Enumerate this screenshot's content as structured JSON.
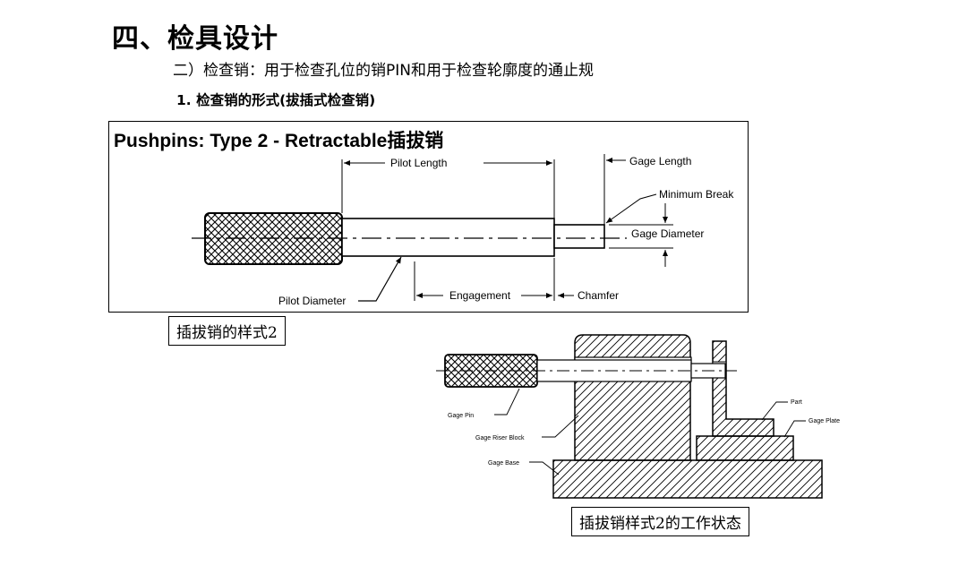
{
  "heading": "四、检具设计",
  "subheading": "二）检查销：用于检查孔位的销PIN和用于检查轮廓度的通止规",
  "section": "1. 检查销的形式(拔插式检查销)",
  "pushpin_diagram": {
    "title": "Pushpins: Type 2 - Retractable插拔销",
    "labels": {
      "pilot_length": "Pilot Length",
      "gage_length": "Gage Length",
      "minimum_break": "Minimum Break",
      "gage_diameter": "Gage Diameter",
      "pilot_diameter": "Pilot Diameter",
      "engagement": "Engagement",
      "chamfer": "Chamfer"
    },
    "caption": "插拔销的样式2"
  },
  "working_diagram": {
    "labels": {
      "part": "Part",
      "gage_plate": "Gage Plate",
      "gage_pin": "Gage Pin",
      "gage_riser_block": "Gage Riser Block",
      "gage_base": "Gage Base"
    },
    "caption": "插拔销样式2的工作状态"
  }
}
